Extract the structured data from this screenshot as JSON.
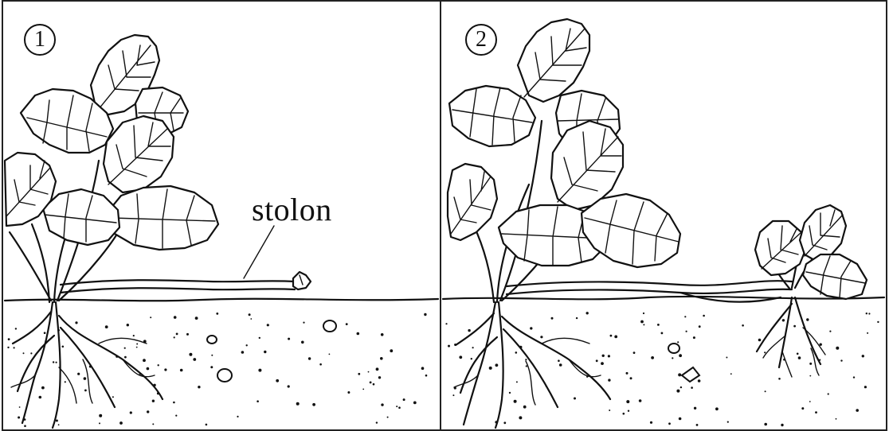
{
  "panels": [
    {
      "number": "1",
      "label": "stolon"
    },
    {
      "number": "2"
    }
  ],
  "icons": {
    "panel1_plant": "strawberry-plant-icon",
    "panel2_parent_plant": "strawberry-plant-icon",
    "panel2_daughter_plant": "strawberry-plantlet-icon",
    "stolon": "runner-stem-icon",
    "soil": "soil-icon"
  }
}
